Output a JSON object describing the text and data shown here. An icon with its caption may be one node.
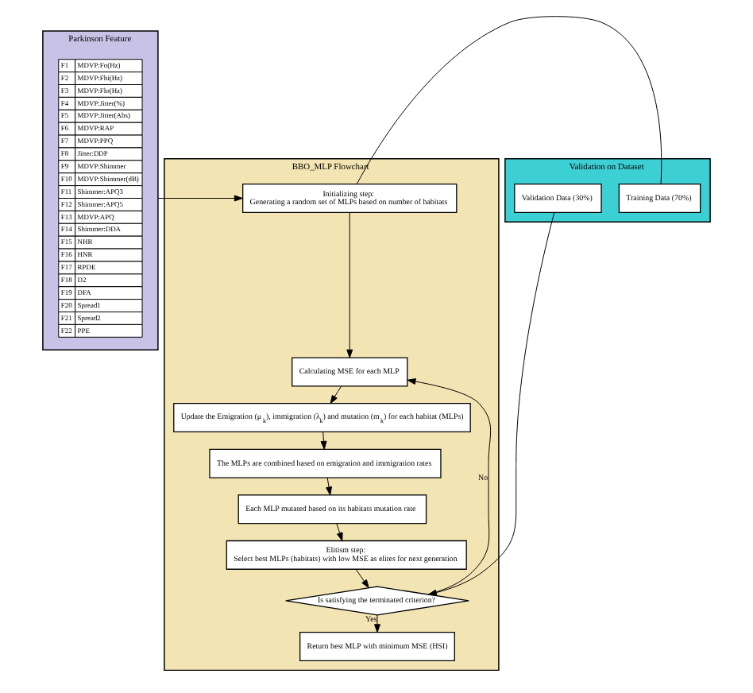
{
  "diagram": {
    "nodes": [
      {
        "text": [
          "Parkinson Feature"
        ]
      },
      {
        "text": [
          "BBO_MLP Flowchart"
        ]
      },
      {
        "text": [
          "Initializing step:",
          "Generating a random set of MLPs based on number of habitats"
        ],
        "in": 1
      },
      {
        "text": [
          "Calculating MSE for each MLP"
        ],
        "in": 1
      },
      {
        "text": [
          "Update the Emigration (μ$_{k}$), immigration (λ$_{k}$) and mutation (m$_{k}$) for each habitat (MLPs)"
        ],
        "in": 1
      },
      {
        "text": [
          "The MLPs are combined based on emigration and immigration rates"
        ],
        "in": 1
      },
      {
        "text": [
          "Each MLP mutated based on its habitats mutation rate"
        ],
        "in": 1
      },
      {
        "text": [
          "Elitism step:",
          "Select best MLPs (habitats) with low MSE as elites for next generation"
        ],
        "in": 1
      },
      {
        "text": [
          "Is satisfying the terminated criterion?"
        ],
        "in": 1
      },
      {
        "text": [
          "Return best MLP with minimum MSE (HSI)"
        ],
        "in": 1
      },
      {
        "text": [
          "Validation on Dataset"
        ]
      },
      {
        "text": [
          "Training Data (70%)"
        ],
        "in": 10
      },
      {
        "text": [
          "Validation Data (30%)"
        ],
        "in": 10
      }
    ],
    "edges": [
      {
        "from": 0,
        "to": 2,
        "arrow": "to"
      },
      {
        "from": 2,
        "to": 11,
        "arrow": "none"
      },
      {
        "from": 2,
        "to": 3,
        "arrow": "to"
      },
      {
        "from": 3,
        "to": 4,
        "arrow": "to"
      },
      {
        "from": 4,
        "to": 5,
        "arrow": "to"
      },
      {
        "from": 5,
        "to": 6,
        "arrow": "to"
      },
      {
        "from": 6,
        "to": 7,
        "arrow": "to"
      },
      {
        "from": 7,
        "to": 8,
        "arrow": "to"
      },
      {
        "from": 8,
        "to": 3,
        "arrow": "to",
        "label": "No"
      },
      {
        "from": 12,
        "to": 8,
        "arrow": "to"
      },
      {
        "from": 8,
        "to": 9,
        "arrow": "to",
        "label": "Yes"
      }
    ],
    "labels": [
      "F1",
      "MDVP:Fo(Hz)",
      "F2",
      "MDVP:Fhi(Hz)",
      "F3",
      "MDVP:Flo(Hz)",
      "F4",
      "MDVP:Jitter(%)",
      "F5",
      "MDVP:Jitter(Abs)",
      "F6",
      "MDVP:RAP",
      "F7",
      "MDVP:PPQ",
      "F8",
      "Jitter:DDP",
      "F9",
      "MDVP:Shimmer",
      "F10",
      "MDVP:Shimmer(dB)",
      "F11",
      "Shimmer:APQ3",
      "F12",
      "Shimmer:APQ5",
      "F13",
      "MDVP:APQ",
      "F14",
      "Shimmer:DDA",
      "F15",
      "NHR",
      "F16",
      "HNR",
      "F17",
      "RPDE",
      "F18",
      "D2",
      "F19",
      "DFA",
      "F20",
      "Spread1",
      "F21",
      "Spread2",
      "F22",
      "PPE"
    ]
  }
}
